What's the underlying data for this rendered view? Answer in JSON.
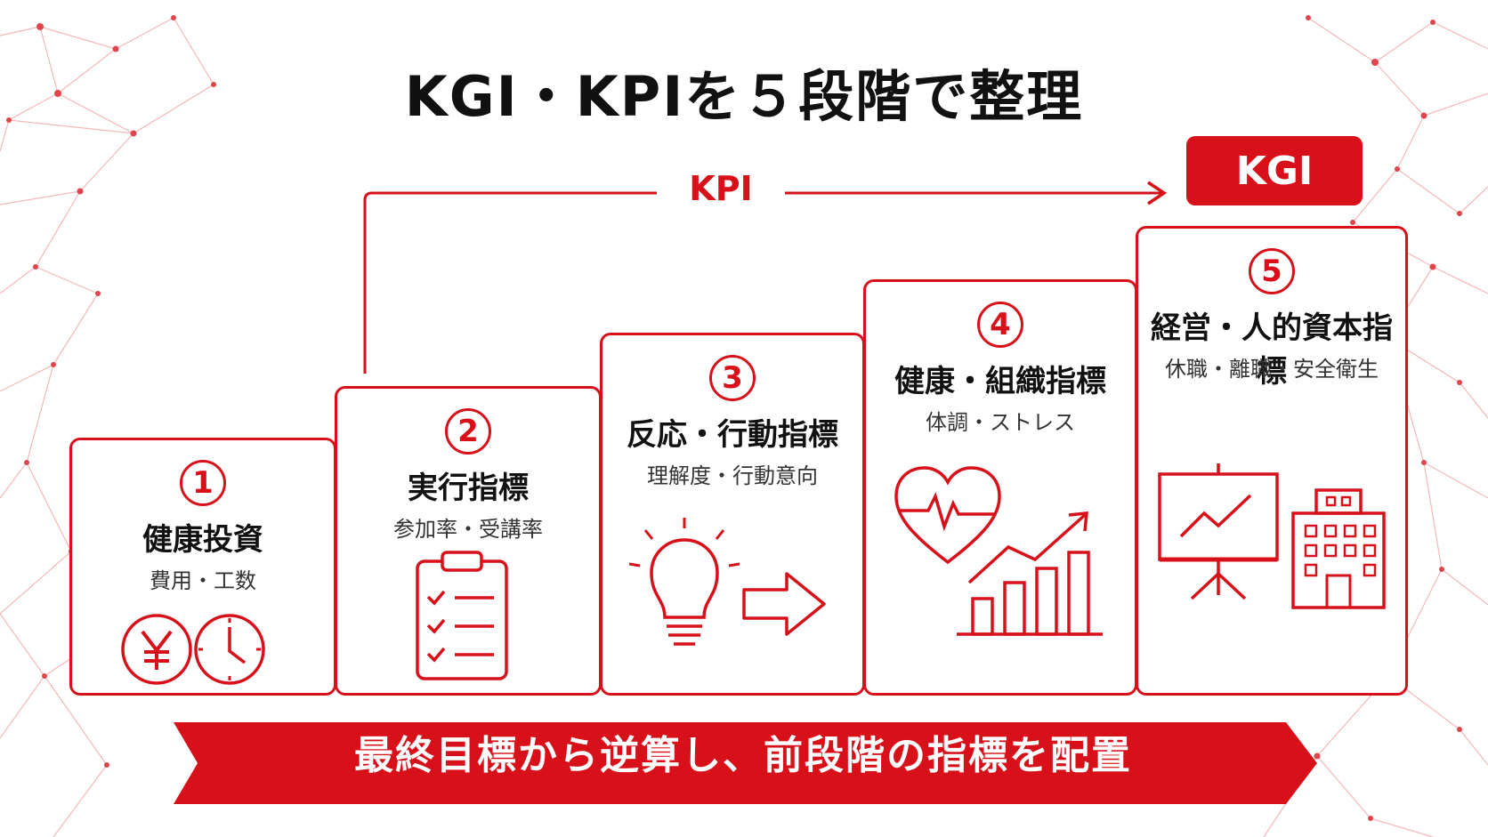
{
  "title": "KGI・KPIを５段階で整理",
  "flow": {
    "kpi_label": "KPI",
    "kgi_label": "KGI"
  },
  "steps": [
    {
      "number": "1",
      "name": "健康投資",
      "sub": "費用・工数"
    },
    {
      "number": "2",
      "name": "実行指標",
      "sub": "参加率・受講率"
    },
    {
      "number": "3",
      "name": "反応・行動指標",
      "sub": "理解度・行動意向"
    },
    {
      "number": "4",
      "name": "健康・組織指標",
      "sub": "体調・ストレス"
    },
    {
      "number": "5",
      "name": "経営・人的資本指標",
      "sub": "休職・離職・安全衛生"
    }
  ],
  "icons": [
    "yen-coin-icon",
    "clock-icon",
    "clipboard-checklist-icon",
    "lightbulb-icon",
    "arrow-right-icon",
    "heart-pulse-icon",
    "growth-bar-chart-icon",
    "presentation-board-icon",
    "office-building-icon"
  ],
  "banner": {
    "text": "最終目標から逆算し、前段階の指標を配置"
  },
  "colors": {
    "accent": "#d7101a",
    "text": "#111111",
    "network": "#e88a8a"
  }
}
